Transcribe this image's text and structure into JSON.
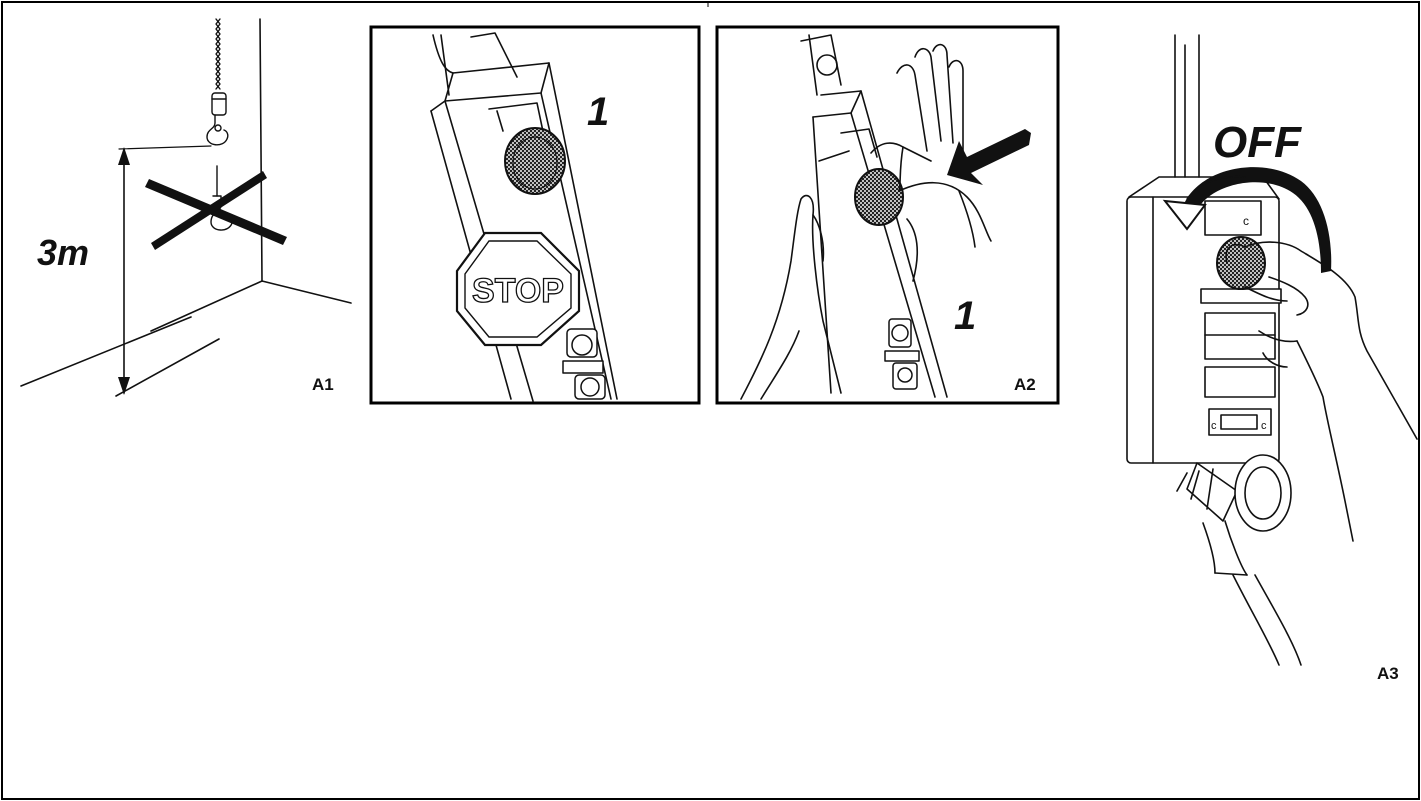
{
  "panels": {
    "a1": {
      "height_label": "3m",
      "panel_label": "A1"
    },
    "b": {
      "step_number": "1",
      "stop_sign_text": "STOP"
    },
    "a2": {
      "step_number": "1",
      "panel_label": "A2"
    },
    "a3": {
      "switch_label": "OFF",
      "panel_label": "A3"
    }
  },
  "colors": {
    "ink": "#111111",
    "paper": "#ffffff",
    "frame": "#000000"
  }
}
